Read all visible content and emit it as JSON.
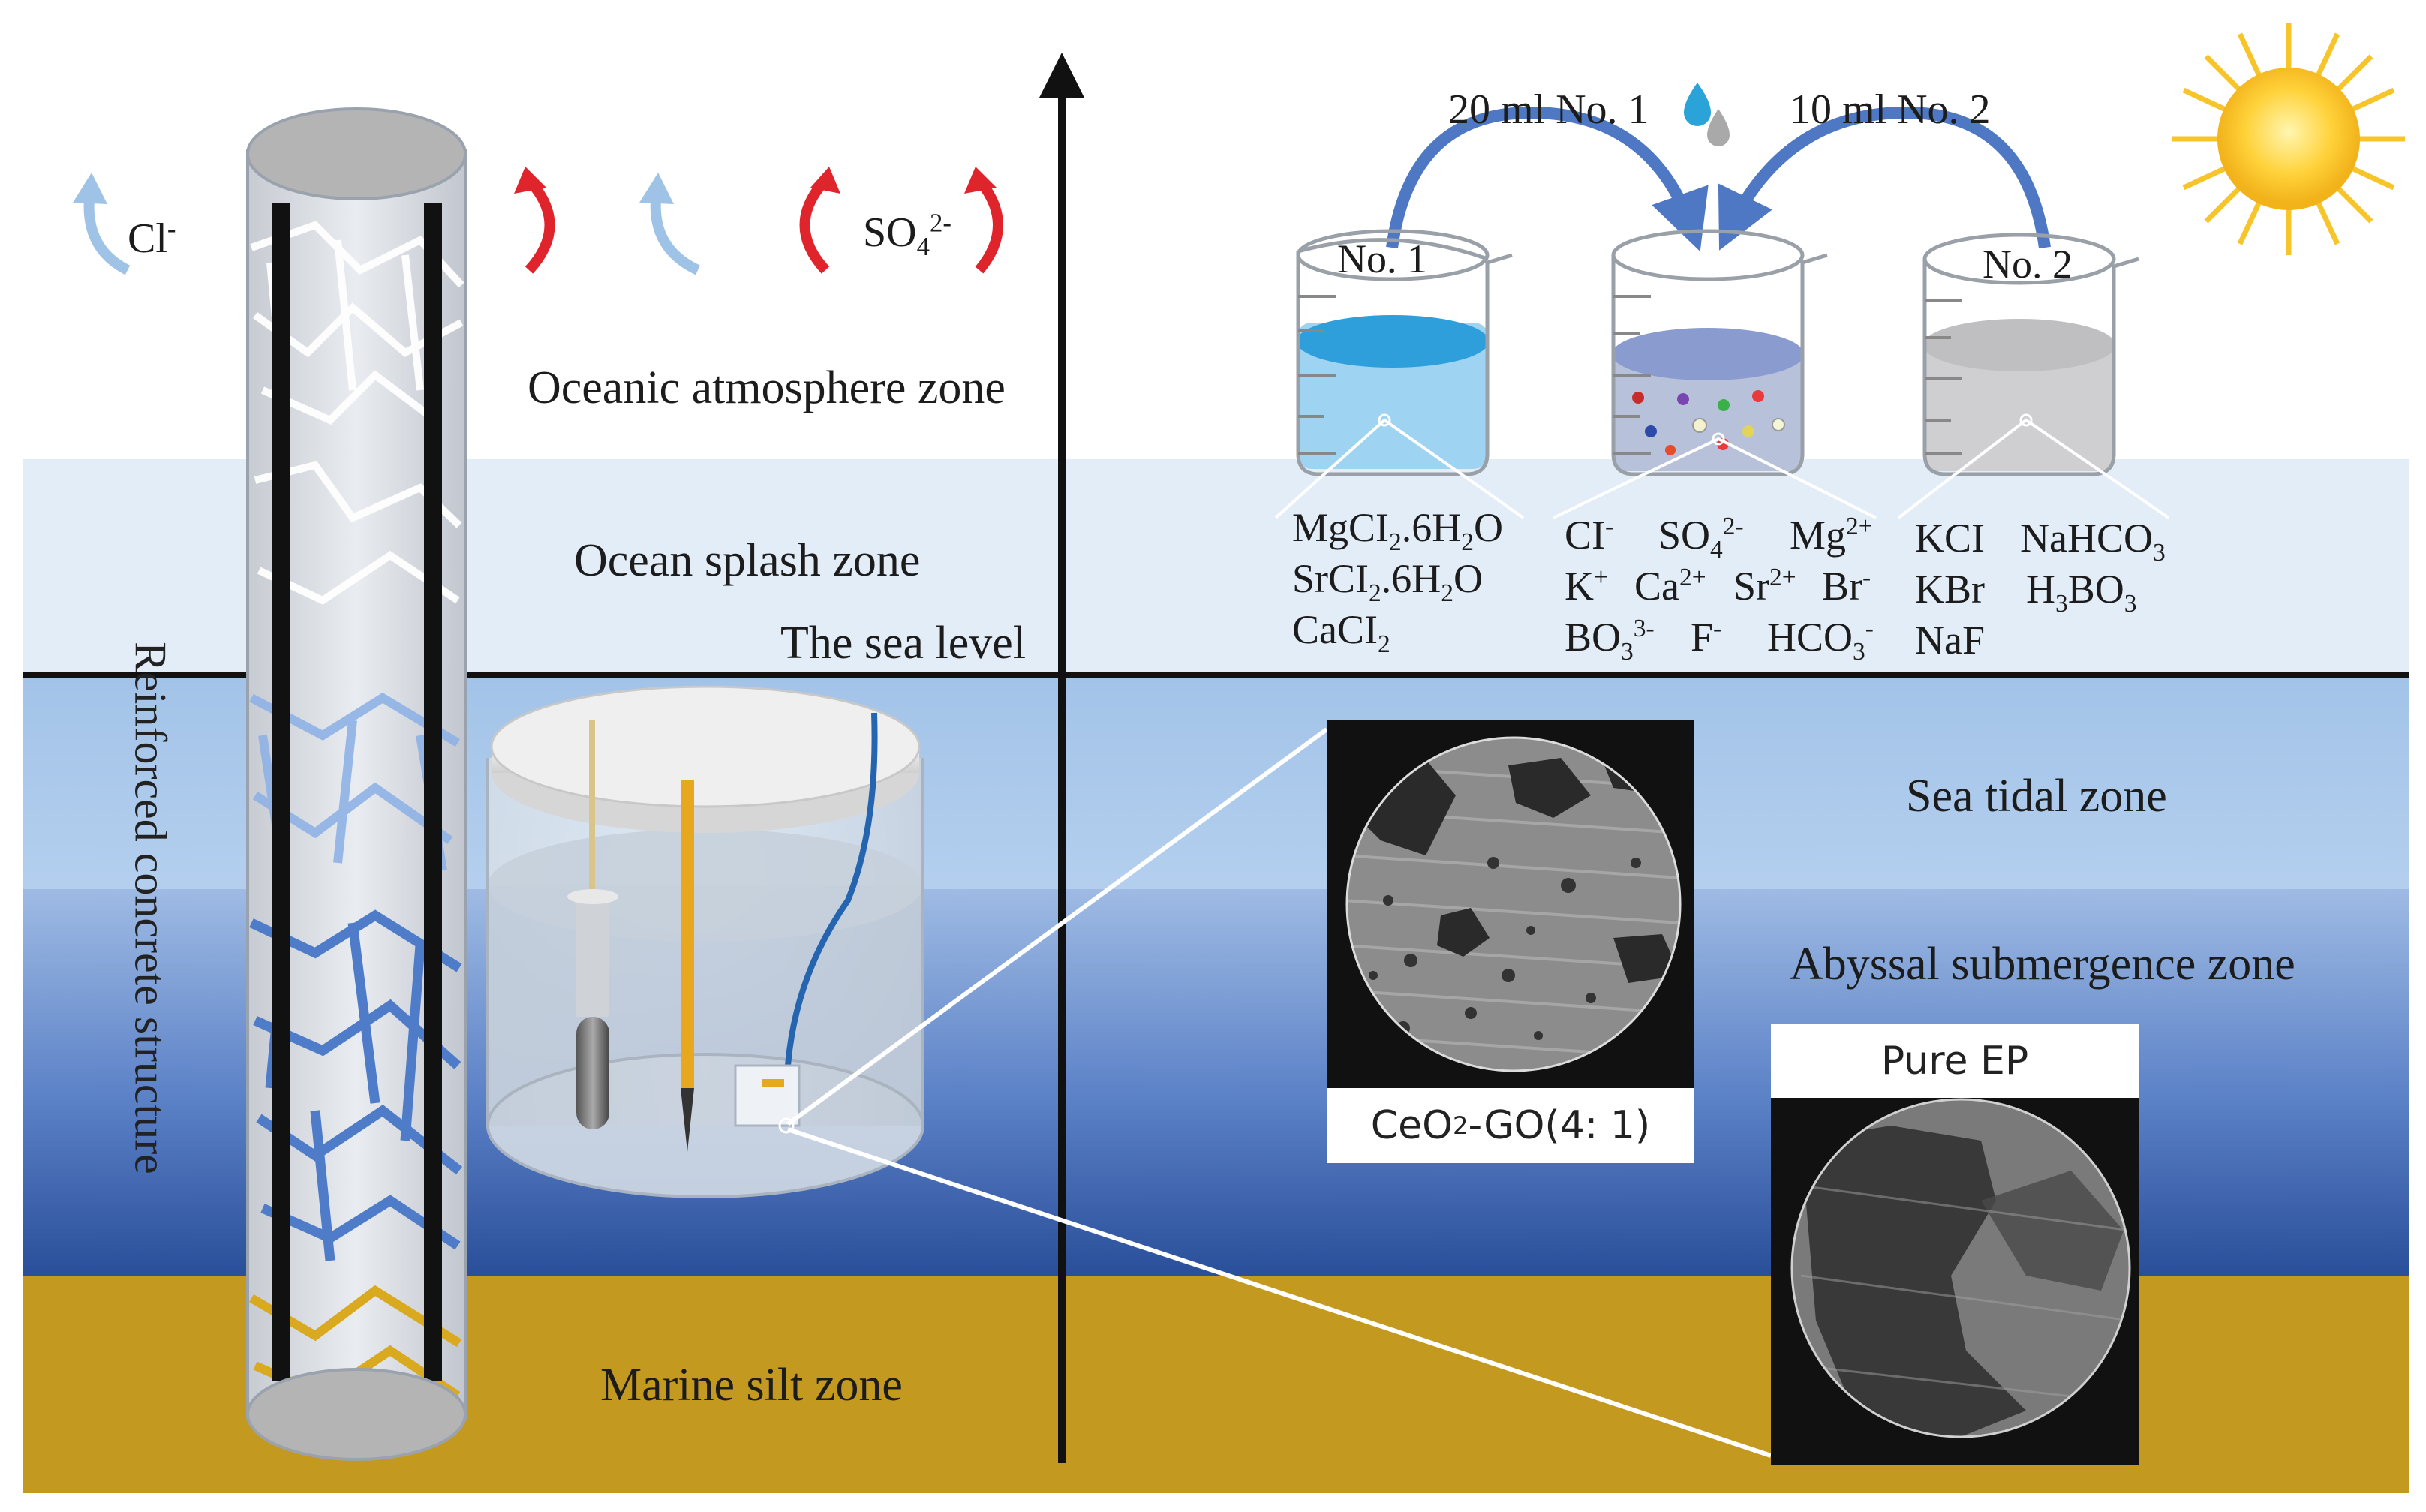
{
  "colors": {
    "splash_band": "#e3edf7",
    "tidal_band": "#a9c7e8",
    "abyssal_top": "#8fb0e0",
    "abyssal_bottom": "#2f559f",
    "silt": "#c39a1f",
    "cl_arrow": "#9fc3e6",
    "so4_arrow": "#e0242b",
    "flow_arrow": "#4e78c4",
    "solution_1": "#3ea6e0",
    "solution_2": "#cfcfd1"
  },
  "ions_out": {
    "cl": "Cl",
    "cl_charge": "-",
    "so4": "SO",
    "so4_sub": "4",
    "so4_charge": "2-"
  },
  "zones": {
    "atmosphere": "Oceanic atmosphere zone",
    "splash": "Ocean splash zone",
    "sea_level": "The sea level",
    "tidal": "Sea tidal zone",
    "abyssal": "Abyssal submergence zone",
    "silt": "Marine silt zone"
  },
  "structure_label": "Reinforced concrete structure",
  "transfers": {
    "left": "20 ml No. 1",
    "right": "10 ml No. 2"
  },
  "beakers": {
    "b1_label": "No. 1",
    "b2_label": "No. 2"
  },
  "solution1": {
    "mg": "MgCI",
    "mg_sub": "2",
    "mg_rest": ".6H",
    "mg_sub2": "2",
    "mg_end": "O",
    "sr": "SrCI",
    "sr_sub": "2",
    "sr_rest": ".6H",
    "sr_sub2": "2",
    "sr_end": "O",
    "ca": "CaCI",
    "ca_sub": "2"
  },
  "mixture": {
    "cl": "CI",
    "cl_sup": "-",
    "so4": "SO",
    "so4_sub": "4",
    "so4_sup": "2-",
    "mg": "Mg",
    "mg_sup": "2+",
    "k": "K",
    "k_sup": "+",
    "ca": "Ca",
    "ca_sup": "2+",
    "sr": "Sr",
    "sr_sup": "2+",
    "br": "Br",
    "br_sup": "-",
    "bo3": "BO",
    "bo3_sub": "3",
    "bo3_sup": "3-",
    "f": "F",
    "f_sup": "-",
    "hco3": "HCO",
    "hco3_sub": "3",
    "hco3_sup": "-"
  },
  "solution2": {
    "kcl": "KCI",
    "nahco3": "NaHCO",
    "nahco3_sub": "3",
    "kbr": "KBr",
    "h3bo3_a": "H",
    "h3bo3_sub": "3",
    "h3bo3_b": "BO",
    "h3bo3_sub2": "3",
    "naf": "NaF"
  },
  "samples": {
    "ceo2_a": "CeO",
    "ceo2_sub": "2",
    "ceo2_b": "-GO(4: 1)",
    "pure": "Pure EP"
  }
}
